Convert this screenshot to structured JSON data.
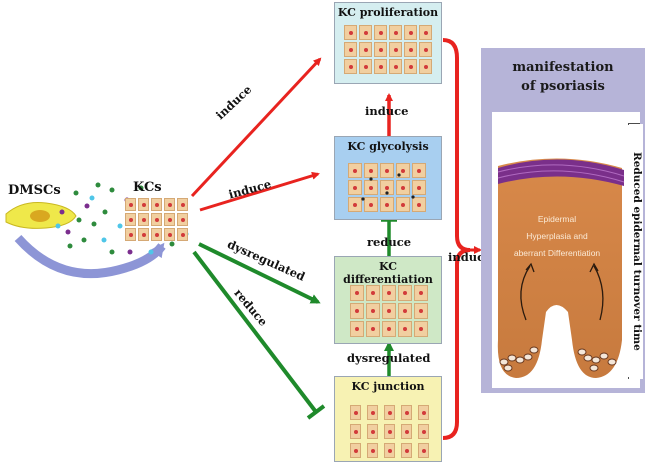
{
  "labels": {
    "dmscs": "DMSCs",
    "kcs": "KCs",
    "induce_1": "induce",
    "induce_2": "induce",
    "dysregulated_1": "dysregulated",
    "reduce_1": "reduce",
    "induce_3": "induce",
    "reduce_2": "reduce",
    "dysregulated_2": "dysregulated",
    "induce_4": "induce"
  },
  "boxes": {
    "proliferation": "KC proliferation",
    "glycolysis": "KC glycolysis",
    "differentiation": "KC differentiation",
    "junction": "KC junction"
  },
  "panel": {
    "title_line1": "manifestation",
    "title_line2": "of psoriasis",
    "epidermal_line1": "Epidermal",
    "epidermal_line2": "Hyperplasia and",
    "epidermal_line3": "aberrant Differentiation",
    "side_label": "Reduced epidermal turnover time"
  },
  "colors": {
    "induce_arrow": "#e8231f",
    "reduce_arrow": "#1f8a2b",
    "proliferation_bg": "#d5eef0",
    "glycolysis_bg": "#a8cff0",
    "differentiation_bg": "#cfe8c6",
    "junction_bg": "#f7f2b3",
    "panel_bg": "#b6b4d8"
  }
}
